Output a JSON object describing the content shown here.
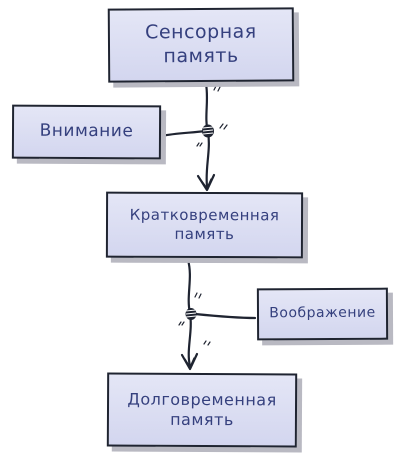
{
  "diagram": {
    "nodes": {
      "sensory_memory": {
        "line1": "Сенсорная",
        "line2": "память"
      },
      "attention": {
        "label": "Внимание"
      },
      "short_term_memory": {
        "line1": "Кратковременная",
        "line2": "память"
      },
      "imagination": {
        "label": "Воображение"
      },
      "long_term_memory": {
        "line1": "Долговременная",
        "line2": "память"
      }
    },
    "edges": [
      {
        "from": "sensory_memory",
        "to": "short_term_memory",
        "label": ""
      },
      {
        "from": "attention",
        "to": "short_term_memory",
        "label": ""
      },
      {
        "from": "short_term_memory",
        "to": "long_term_memory",
        "label": ""
      },
      {
        "from": "imagination",
        "to": "long_term_memory",
        "label": ""
      }
    ],
    "colors": {
      "box_fill": "#dcdff3",
      "box_border": "#1f2431",
      "box_shadow": "#b9b9c2",
      "text": "#35407e",
      "line": "#1f2431"
    }
  }
}
